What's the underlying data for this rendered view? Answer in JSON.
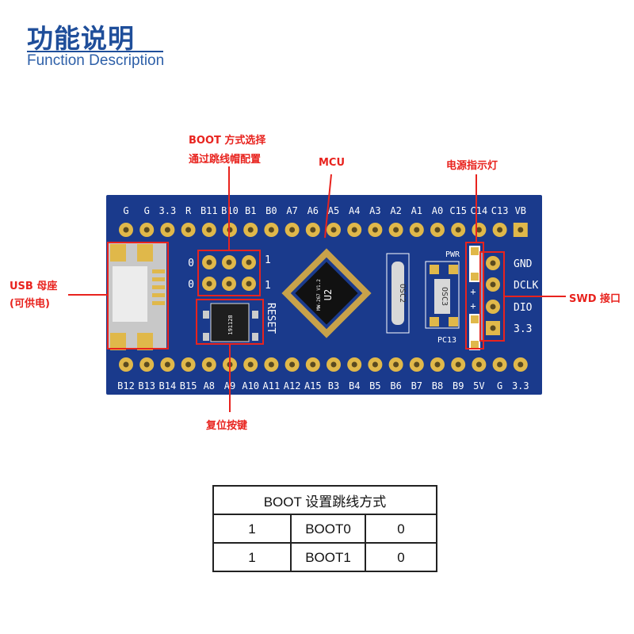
{
  "header": {
    "title_cn": "功能说明",
    "title_en": "Function Description"
  },
  "annotations": {
    "boot_select": [
      "BOOT 方式选择",
      "通过跳线帽配置"
    ],
    "mcu": "MCU",
    "power_led": "电源指示灯",
    "usb": [
      "USB 母座",
      "(可供电)"
    ],
    "swd": "SWD 接口",
    "reset": "复位按键"
  },
  "board": {
    "top_pins": [
      "G",
      "G",
      "3.3",
      "R",
      "B11",
      "B10",
      "B1",
      "B0",
      "A7",
      "A6",
      "A5",
      "A4",
      "A3",
      "A2",
      "A1",
      "A0",
      "C15",
      "C14",
      "C13",
      "VB"
    ],
    "bottom_pins": [
      "B12",
      "B13",
      "B14",
      "B15",
      "A8",
      "A9",
      "A10",
      "A11",
      "A12",
      "A15",
      "B3",
      "B4",
      "B5",
      "B6",
      "B7",
      "B8",
      "B9",
      "5V",
      "G",
      "3.3"
    ],
    "swd_labels": [
      "GND",
      "DCLK",
      "DIO",
      "3.3"
    ],
    "boot_left": [
      "0",
      "0"
    ],
    "boot_right": [
      "1",
      "1"
    ],
    "reset_label": "RESET",
    "chip_label": "U2",
    "chip_sub": "MW-267 V1.2",
    "osc2": "OSC2",
    "osc3": "OSC3",
    "pwr": "PWR",
    "pc13": "PC13",
    "button_code": "191128",
    "plus": "+",
    "colors": {
      "pcb": "#1a3a8c",
      "pad": "#e0b84a",
      "annotation": "#e8231e",
      "title": "#1f4e9a"
    }
  },
  "table": {
    "title": "BOOT 设置跳线方式",
    "rows": [
      [
        "1",
        "BOOT0",
        "0"
      ],
      [
        "1",
        "BOOT1",
        "0"
      ]
    ]
  }
}
